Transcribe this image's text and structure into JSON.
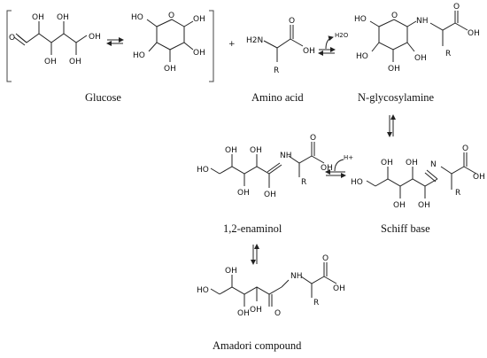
{
  "compounds": {
    "glucose": {
      "caption": "Glucose"
    },
    "amino_acid": {
      "caption": "Amino acid"
    },
    "glycosylamine": {
      "caption": "N-glycosylamine"
    },
    "schiff_base": {
      "caption": "Schiff base"
    },
    "enaminol": {
      "caption": "1,2-enaminol"
    },
    "amadori": {
      "caption": "Amadori compound"
    }
  },
  "plus_sign": "+",
  "atoms": {
    "oh": "OH",
    "ho": "HO",
    "h2n": "H2N",
    "nh": "NH",
    "n": "N",
    "o": "O",
    "r": "R"
  },
  "reagents": {
    "water": "H2O",
    "acid": "H+"
  },
  "colors": {
    "ink": "#111111",
    "bracket": "#444444",
    "background": "#ffffff"
  }
}
